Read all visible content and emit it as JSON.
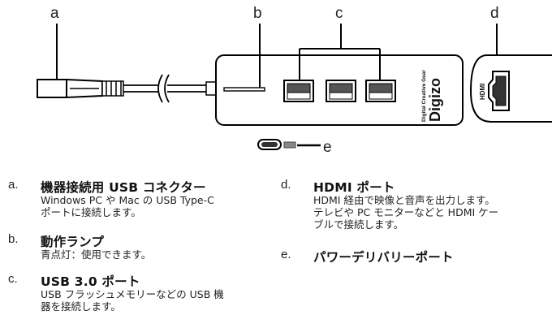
{
  "callouts": {
    "a": "a",
    "b": "b",
    "c": "c",
    "d": "d",
    "e": "e"
  },
  "device": {
    "brand": "Digizo",
    "tagline": "Digital Creative Gear"
  },
  "hdmi_port_label": "HDMI",
  "items": [
    {
      "marker": "a.",
      "title": "機器接続用 USB コネクター",
      "desc": "Windows PC や Mac の USB Type-C\nポートに接続します。"
    },
    {
      "marker": "b.",
      "title": "動作ランプ",
      "desc": "青点灯：使用できます。"
    },
    {
      "marker": "c.",
      "title": "USB 3.0 ポート",
      "desc": "USB フラッシュメモリーなどの USB 機\n器を接続します。"
    },
    {
      "marker": "d.",
      "title": "HDMI ポート",
      "desc": "HDMI 経由で映像と音声を出力します。\nテレビや PC モニターなどと HDMI ケー\nブルで接続します。"
    },
    {
      "marker": "e.",
      "title": "パワーデリバリーポート",
      "desc": ""
    }
  ]
}
